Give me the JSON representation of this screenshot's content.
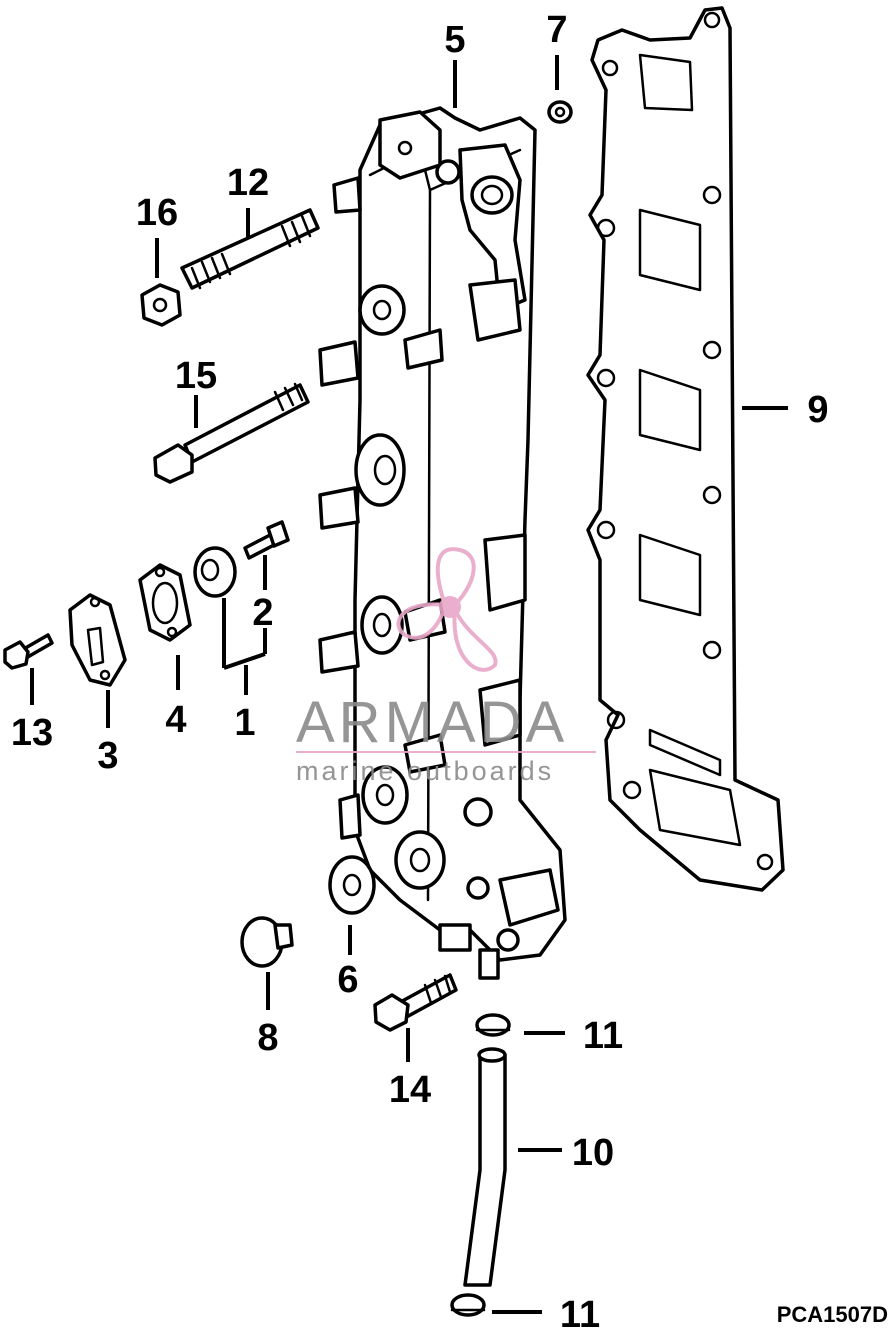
{
  "diagram": {
    "code": "PCA1507D",
    "watermark": {
      "brand": "ARMADA",
      "tagline": "marine outboards",
      "accent_color": "#e8a7c8",
      "text_color": "#8a8a8a"
    },
    "callouts": [
      "1",
      "2",
      "3",
      "4",
      "5",
      "6",
      "7",
      "8",
      "9",
      "10",
      "11",
      "11",
      "12",
      "13",
      "14",
      "15",
      "16"
    ],
    "parts": [
      {
        "label": "1",
        "name": "cover-kit"
      },
      {
        "label": "2",
        "name": "bolt"
      },
      {
        "label": "3",
        "name": "cover"
      },
      {
        "label": "4",
        "name": "gasket"
      },
      {
        "label": "5",
        "name": "exhaust-manifold"
      },
      {
        "label": "6",
        "name": "plug"
      },
      {
        "label": "7",
        "name": "nut"
      },
      {
        "label": "8",
        "name": "plug"
      },
      {
        "label": "9",
        "name": "manifold-gasket"
      },
      {
        "label": "10",
        "name": "hose"
      },
      {
        "label": "11",
        "name": "clip"
      },
      {
        "label": "12",
        "name": "stud-bolt"
      },
      {
        "label": "13",
        "name": "bolt"
      },
      {
        "label": "14",
        "name": "bolt"
      },
      {
        "label": "15",
        "name": "bolt"
      },
      {
        "label": "16",
        "name": "nut"
      }
    ]
  }
}
